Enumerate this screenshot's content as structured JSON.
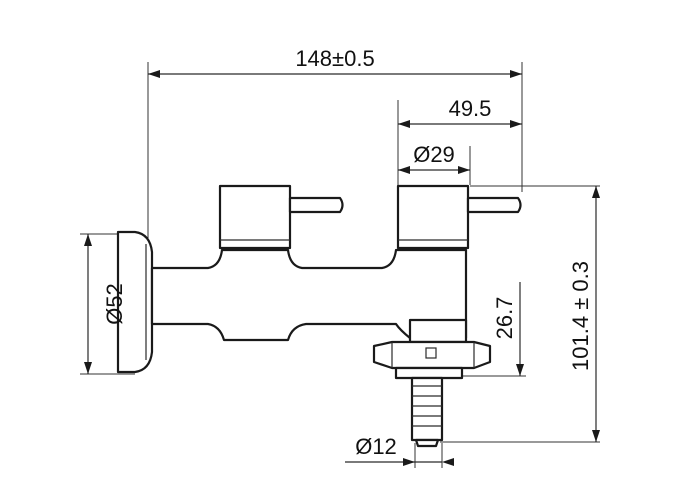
{
  "dimensions": {
    "overall_width": "148±0.5",
    "outlet_offset": "49.5",
    "handle_diameter": "Ø29",
    "flange_diameter": "Ø52",
    "outlet_height": "26.7",
    "total_height": "101.4 ± 0.3",
    "hose_diameter": "Ø12"
  },
  "colors": {
    "line": "#1a1a1a",
    "background": "#ffffff"
  }
}
